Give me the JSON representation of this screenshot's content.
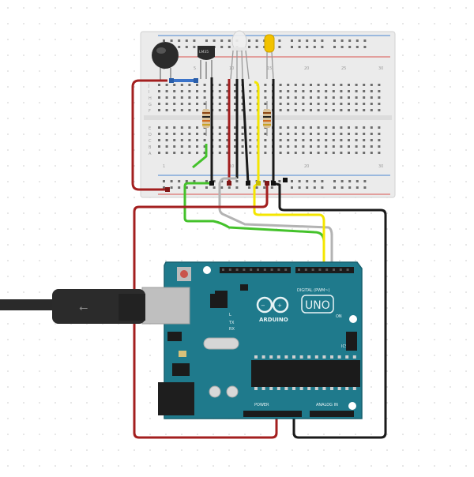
{
  "breadboard": {
    "row_letters_top": [
      "J",
      "I",
      "H",
      "G",
      "F"
    ],
    "row_letters_bottom": [
      "E",
      "D",
      "C",
      "B",
      "A"
    ],
    "column_numbers": [
      "1",
      "5",
      "10",
      "15",
      "20",
      "25",
      "30"
    ]
  },
  "components": {
    "temp_sensor_label": "LM35"
  },
  "arduino": {
    "brand": "ARDUINO",
    "model": "UNO",
    "digital_label": "DIGITAL (PWM~)",
    "power_label": "POWER",
    "analog_label": "ANALOG IN",
    "tx_label": "TX",
    "rx_label": "RX",
    "l_label": "L",
    "on_label": "ON",
    "icsp_label": "ICSP"
  },
  "colors": {
    "board": "#1f7a8c",
    "wire_red": "#a31f1f",
    "wire_black": "#1a1a1a",
    "wire_green": "#44c22b",
    "wire_yellow": "#f4e600",
    "wire_gray": "#b3b3b3",
    "wire_blue": "#3b73c9",
    "rail_red": "#d9534f",
    "rail_blue": "#4a86d0"
  }
}
